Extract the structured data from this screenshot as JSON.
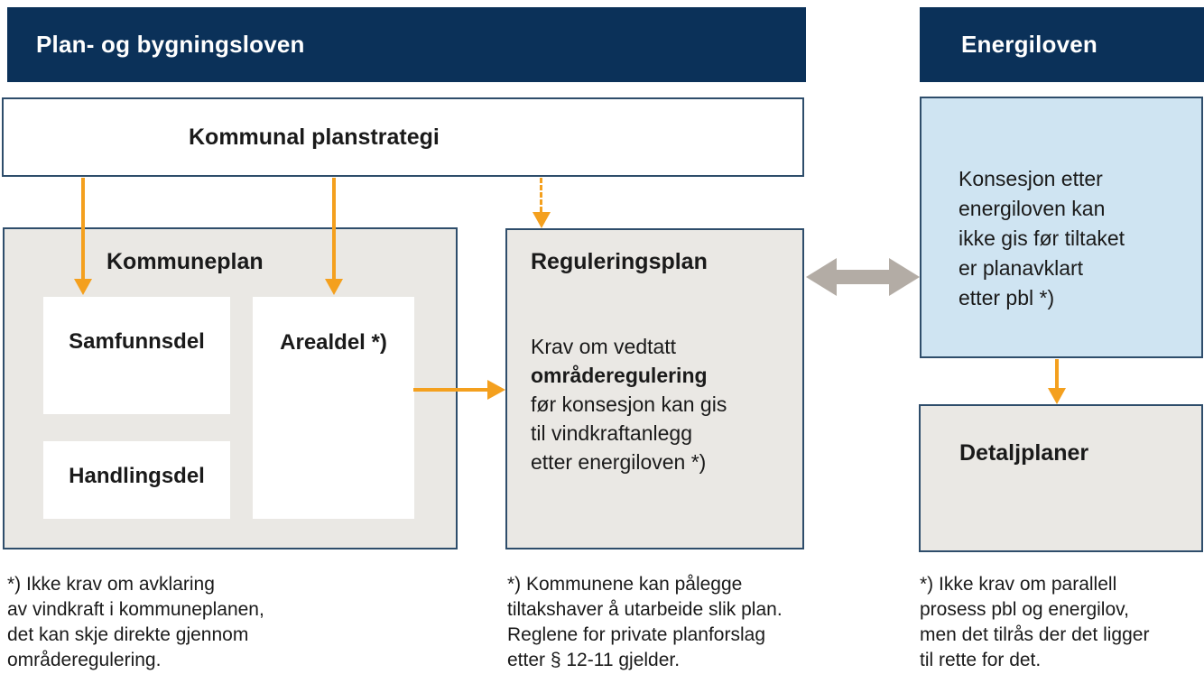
{
  "colors": {
    "navy": "#0b3159",
    "box-border": "#2e4d6b",
    "gray-fill": "#eae8e4",
    "blue-fill": "#cfe4f2",
    "orange": "#f4a01e",
    "arrow-gray": "#b3aca5",
    "ink": "#1a1a1a"
  },
  "pbl": {
    "header": "Plan- og bygningsloven",
    "planstrategi": "Kommunal planstrategi",
    "kommuneplan": {
      "title": "Kommuneplan",
      "samfunnsdel": "Samfunnsdel",
      "arealdel": "Arealdel *)",
      "handlingsdel": "Handlingsdel"
    },
    "reguleringsplan": {
      "title": "Reguleringsplan",
      "line1": "Krav om vedtatt",
      "bold": "områderegulering",
      "rest": "før konsesjon kan gis\ntil vindkraftanlegg\netter energiloven *)"
    },
    "footnote_left": "*) Ikke krav om avklaring\nav vindkraft i kommuneplanen,\ndet kan skje direkte gjennom\nområderegulering.",
    "footnote_mid": "*) Kommunene kan pålegge\ntiltakshaver å utarbeide slik plan.\nReglene for private planforslag\netter § 12-11 gjelder."
  },
  "energiloven": {
    "header": "Energiloven",
    "konsesjon": "Konsesjon etter\nenergiloven kan\nikke gis før tiltaket\ner planavklart\netter pbl *)",
    "detaljplaner": "Detaljplaner",
    "footnote": "*) Ikke krav om parallell\nprosess pbl og energilov,\nmen det tilrås der det ligger\ntil rette for det."
  }
}
